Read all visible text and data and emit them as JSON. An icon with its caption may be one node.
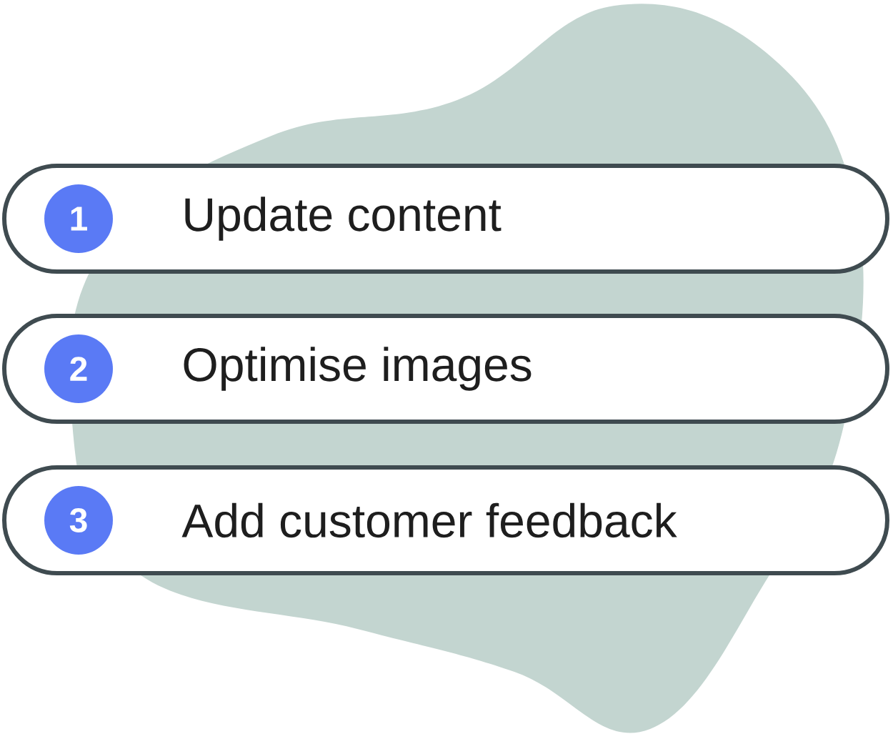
{
  "diagram": {
    "nodes": [
      {
        "text": [
          "Update content"
        ]
      },
      {
        "text": [
          "1"
        ],
        "in": 0
      },
      {
        "text": [
          "Optimise images"
        ]
      },
      {
        "text": [
          "2"
        ],
        "in": 2
      },
      {
        "text": [
          "Add customer feedback"
        ]
      },
      {
        "text": [
          "3"
        ],
        "in": 4
      }
    ]
  }
}
